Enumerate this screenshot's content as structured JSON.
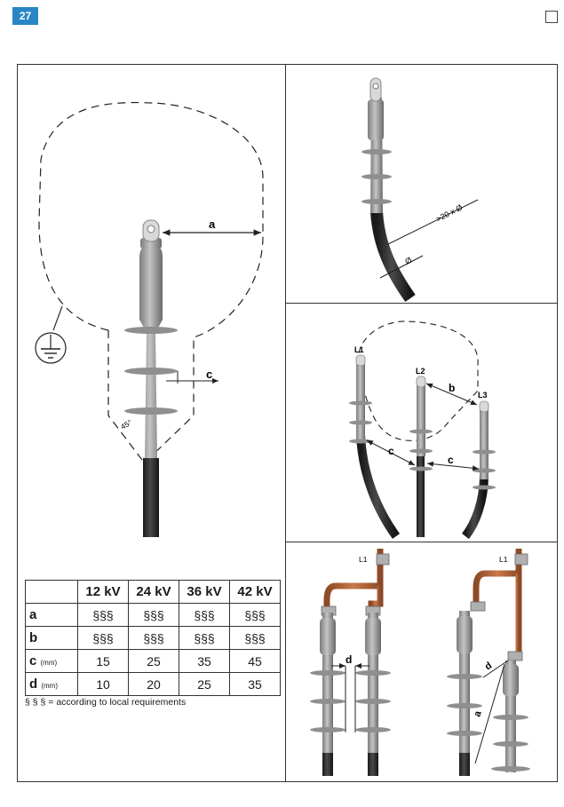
{
  "page": {
    "number": "27"
  },
  "figure_labels": {
    "a": "a",
    "b": "b",
    "c": "c",
    "d": "d",
    "angle": "45°",
    "bend_radius": ">20 x Ø",
    "diameter": "Ø",
    "phase1": "L1",
    "phase2": "L2",
    "phase3": "L3"
  },
  "table": {
    "columns": [
      "12 kV",
      "24 kV",
      "36 kV",
      "42 kV"
    ],
    "rows": [
      {
        "label": "a",
        "unit": "",
        "values": [
          "§§§",
          "§§§",
          "§§§",
          "§§§"
        ]
      },
      {
        "label": "b",
        "unit": "",
        "values": [
          "§§§",
          "§§§",
          "§§§",
          "§§§"
        ]
      },
      {
        "label": "c",
        "unit": "(mm)",
        "values": [
          "15",
          "25",
          "35",
          "45"
        ]
      },
      {
        "label": "d",
        "unit": "(mm)",
        "values": [
          "10",
          "20",
          "25",
          "35"
        ]
      }
    ]
  },
  "note": "§ § § = according to local requirements",
  "colors": {
    "badge": "#2a86c3",
    "insulator": "#9a9a9a",
    "cable": "#2b2b2b",
    "busbar": "#b5653a"
  }
}
